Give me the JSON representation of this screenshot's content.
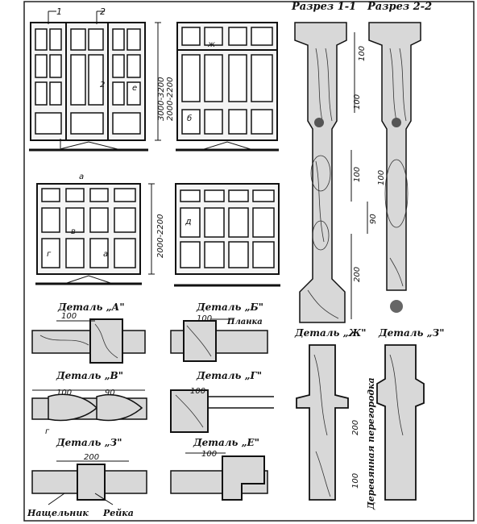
{
  "sections": {
    "s11": "Разрез 1-1",
    "s22": "Разрез 2-2"
  },
  "details": {
    "A": "Деталь „А\"",
    "B": "Деталь „Б\"",
    "V": "Деталь „В\"",
    "G": "Деталь „Г\"",
    "Z": "Деталь „З\"",
    "E": "Деталь „Е\"",
    "ZH": "Деталь „Ж\"",
    "Z2": "Деталь „З\""
  },
  "part_labels": {
    "planka": "Планка",
    "nashchelnik": "Нащельник",
    "reika": "Рейка",
    "partition": "Деревянная перегородка"
  },
  "markers": {
    "m1": "1",
    "m2": "2",
    "m2b": "2",
    "zh": "ж",
    "e": "е",
    "b": "б",
    "a1": "а",
    "v": "в",
    "g": "г",
    "a2": "а",
    "d": "д",
    "g2": "г"
  },
  "dims": {
    "h1": "3000-3200",
    "h2": "2000-2200",
    "h3": "2000-2200",
    "d100a": "100",
    "d100b": "100",
    "d90a": "90",
    "d100c": "100",
    "d200a": "200",
    "d100d": "100",
    "dA100": "100",
    "dB100": "100",
    "dV100": "100",
    "dV90": "90",
    "dG100": "100",
    "dZ200": "200",
    "dE100": "100",
    "dZH200": "200",
    "dZH100": "100"
  }
}
